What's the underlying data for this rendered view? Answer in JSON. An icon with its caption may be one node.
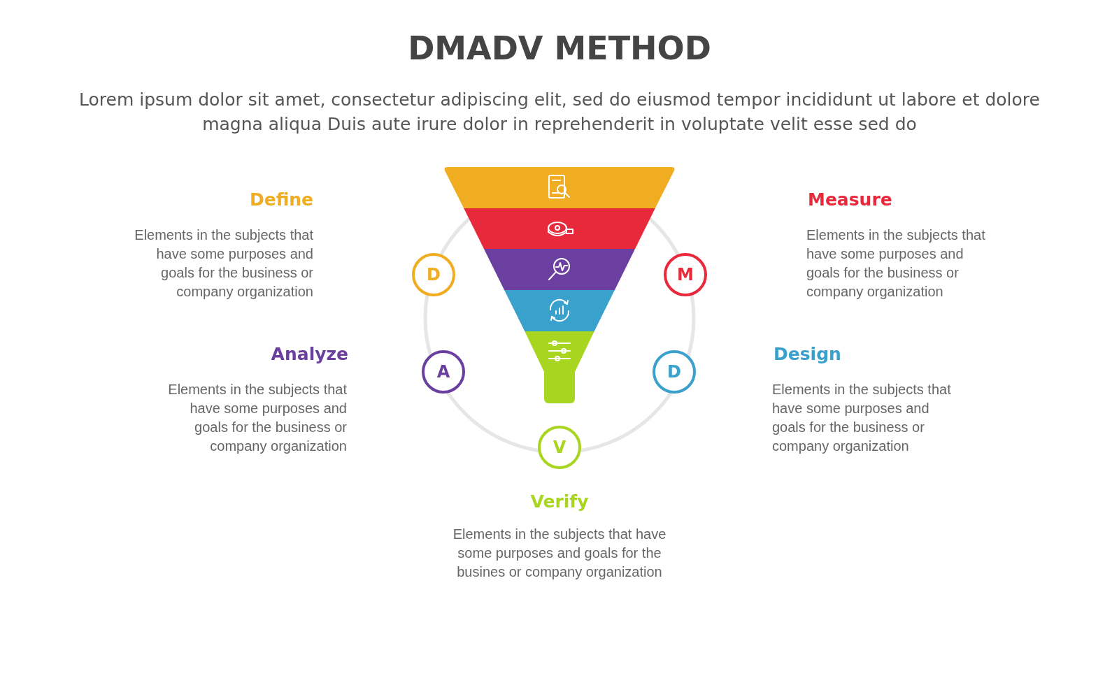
{
  "diagram": {
    "title": "DMADV METHOD",
    "nodes": [
      {
        "text": [
          "D"
        ]
      },
      {
        "text": [
          "M"
        ]
      },
      {
        "text": [
          "A"
        ]
      },
      {
        "text": [
          "D"
        ]
      },
      {
        "text": [
          "V"
        ]
      }
    ],
    "edges": [],
    "labels": [
      "Lorem ipsum dolor sit amet, consectetur adipiscing elit, sed do eiusmod tempor incididunt ut labore et dolore magna aliqua Duis aute irure dolor in reprehenderit in voluptate velit esse sed do",
      "Define",
      "Elements in the subjects that have some purposes and goals for the business or company organization",
      "Measure",
      "Elements in the subjects that have some purposes and goals for the business or company organization",
      "Analyze",
      "Elements in the subjects that have some purposes and goals for the business or company organization",
      "Design",
      "Elements in the subjects that have some purposes and goals for the business or company organization",
      "Verify",
      "Elements in the subjects that have some purposes and goals for the busines or company organization"
    ]
  }
}
